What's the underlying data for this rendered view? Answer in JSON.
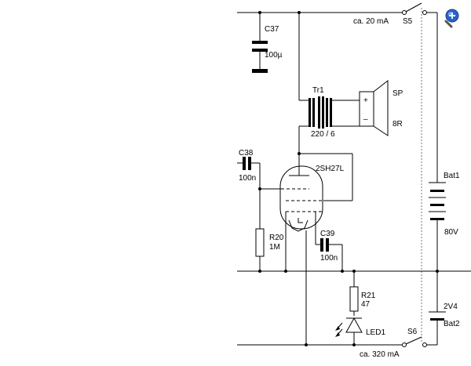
{
  "colors": {
    "wire": "#000000",
    "switch_link": "#777777",
    "zoom_accent": "#2a63c9"
  },
  "icons": {
    "zoom": "magnifier-plus-icon"
  },
  "switch_s5": {
    "name": "S5",
    "current": "ca. 20 mA"
  },
  "switch_s6": {
    "name": "S6",
    "current": "ca. 320 mA"
  },
  "capacitor_c37": {
    "name": "C37",
    "value": "100µ"
  },
  "capacitor_c38": {
    "name": "C38",
    "value": "100n"
  },
  "capacitor_c39": {
    "name": "C39",
    "value": "100n"
  },
  "transformer_tr1": {
    "name": "Tr1",
    "ratio": "220 / 6"
  },
  "speaker": {
    "name": "SP",
    "impedance": "8R",
    "plus": "+",
    "minus": "–"
  },
  "tube": {
    "name": "2SH27L"
  },
  "resistor_r20": {
    "name": "R20",
    "value": "1M"
  },
  "resistor_r21": {
    "name": "R21",
    "value": "47"
  },
  "led": {
    "name": "LED1"
  },
  "battery_bat1": {
    "name": "Bat1",
    "voltage": "80V"
  },
  "battery_bat2": {
    "name": "Bat2",
    "voltage": "2V4"
  }
}
